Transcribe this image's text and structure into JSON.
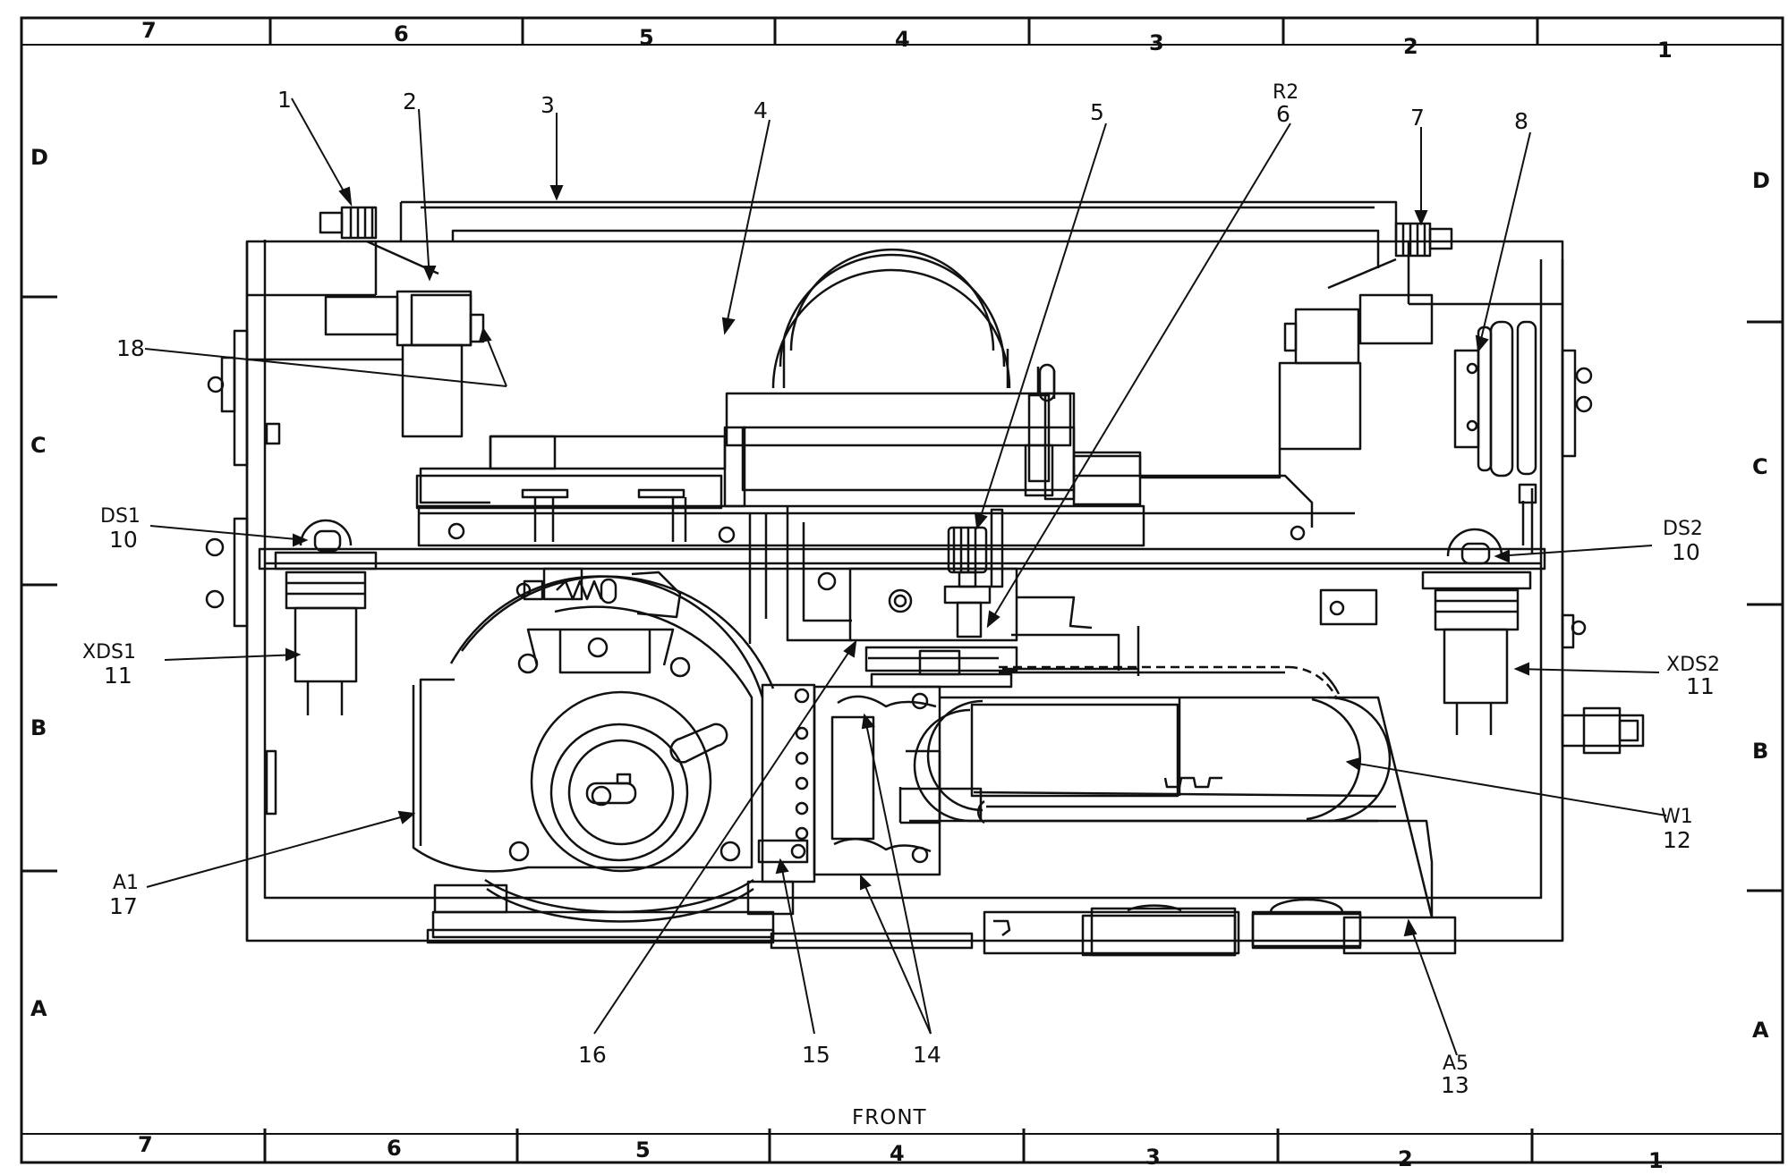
{
  "grid": {
    "top_cols": [
      "7",
      "6",
      "5",
      "4",
      "3",
      "2",
      "1"
    ],
    "bottom_cols": [
      "7",
      "6",
      "5",
      "4",
      "3",
      "2",
      "1"
    ],
    "left_rows": [
      "D",
      "C",
      "B",
      "A"
    ],
    "right_rows": [
      "D",
      "C",
      "B",
      "A"
    ]
  },
  "front_label": "FRONT",
  "callouts": {
    "c1": "1",
    "c2": "2",
    "c3": "3",
    "c4": "4",
    "c5": "5",
    "c6_ref": "R2",
    "c6": "6",
    "c7": "7",
    "c8": "8",
    "c18": "18",
    "ds1_ref": "DS1",
    "ds1_num": "10",
    "ds2_ref": "DS2",
    "ds2_num": "10",
    "xds1_ref": "XDS1",
    "xds1_num": "11",
    "xds2_ref": "XDS2",
    "xds2_num": "11",
    "w1_ref": "W1",
    "w1_num": "12",
    "a1_ref": "A1",
    "a1_num": "17",
    "a5_ref": "A5",
    "a5_num": "13",
    "c14": "14",
    "c15": "15",
    "c16": "16"
  }
}
